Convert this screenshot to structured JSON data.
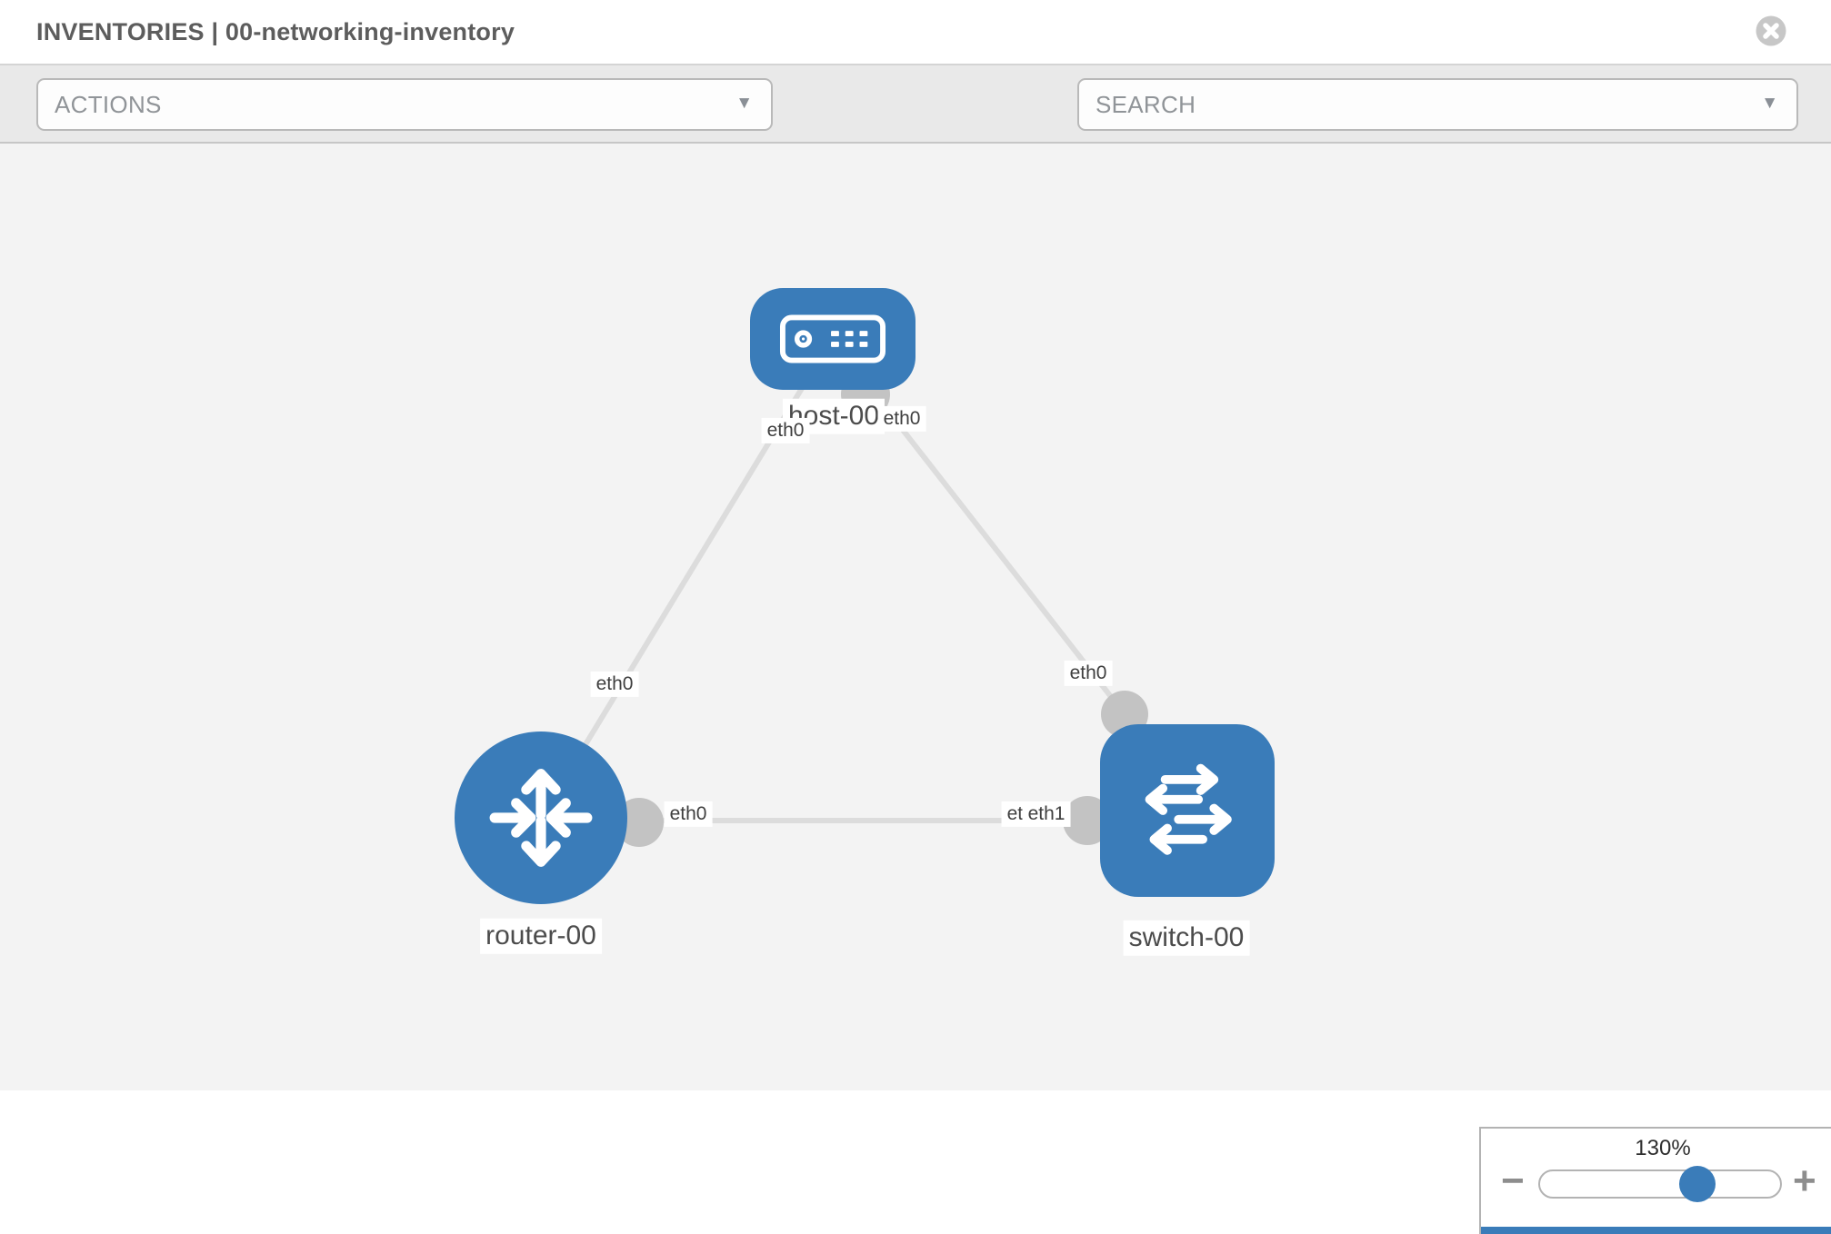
{
  "header": {
    "title": "INVENTORIES | 00-networking-inventory"
  },
  "toolbar": {
    "actions_label": "ACTIONS",
    "search_placeholder": "SEARCH"
  },
  "icons": {
    "dropdown_caret": "▼"
  },
  "topology": {
    "nodes": {
      "host": {
        "label": "host-00",
        "type": "host"
      },
      "router": {
        "label": "router-00",
        "type": "router"
      },
      "switch": {
        "label": "switch-00",
        "type": "switch"
      }
    },
    "interface_labels": {
      "host_left": "eth0",
      "host_right": "eth0",
      "host_router_mid": "eth0",
      "host_switch_mid": "eth0",
      "router_switch_router_end": "eth0",
      "router_switch_switch_end_under": "eth0",
      "router_switch_switch_end": "eth1"
    },
    "links": [
      {
        "source": "host-00",
        "source_interface": "eth0",
        "target": "router-00",
        "target_interface": "eth0"
      },
      {
        "source": "host-00",
        "source_interface": "eth0",
        "target": "switch-00",
        "target_interface": "eth0"
      },
      {
        "source": "router-00",
        "source_interface": "eth0",
        "target": "switch-00",
        "target_interface": "eth1"
      }
    ]
  },
  "zoom_control": {
    "level": "130%",
    "percent": 130,
    "minus_label": "−",
    "plus_label": "+"
  },
  "colors": {
    "node_blue": "#3a7cb9",
    "link_gray": "#dcdcdc",
    "connector_gray": "#c3c3c3",
    "canvas_bg": "#f3f3f3",
    "toolbar_bg": "#e9e9e9"
  }
}
